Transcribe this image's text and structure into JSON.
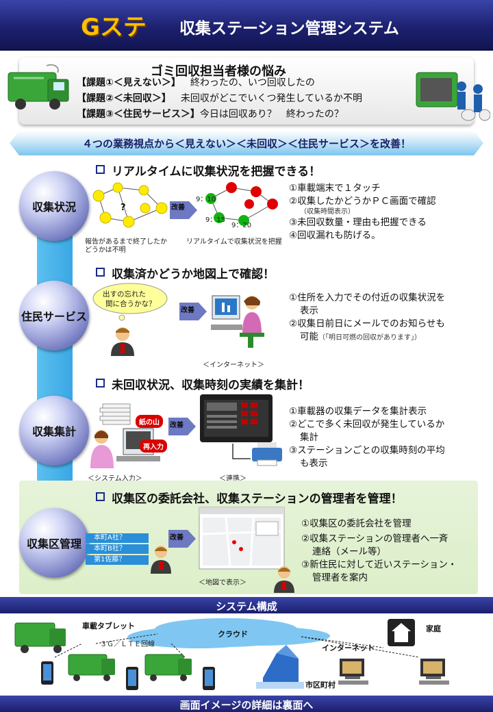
{
  "header": {
    "logo": "Gステ",
    "system_name": "収集ステーション管理システム"
  },
  "worries": {
    "title": "ゴミ回収担当者様の悩み",
    "issues": [
      {
        "tag": "【課題①＜見えない＞】",
        "desc": "終わったの、いつ回収したの"
      },
      {
        "tag": "【課題②＜未回収＞】",
        "desc": "未回収がどこでいくつ発生しているか不明"
      },
      {
        "tag": "【課題③＜住民サービス＞】",
        "desc": "今日は回収あり？　終わったの？"
      }
    ]
  },
  "banner": "４つの業務視点から＜見えない＞＜未回収＞＜住民サービス＞を改善！",
  "improve_label": "改善",
  "sections": [
    {
      "circle": "収集状況",
      "title": "リアルタイムに収集状況を把握できる！",
      "caption_before": [
        "報告があるまで終了したか",
        "どうかは不明"
      ],
      "caption_after": "リアルタイムで収集状況を把握",
      "question_mark": "?",
      "times": [
        "9：10",
        "9：15",
        "9：20"
      ],
      "items": [
        {
          "text": "①車載端末で１タッチ"
        },
        {
          "text": "②収集したかどうかＰＣ画面で確認",
          "sub": "（収集時間表示）"
        },
        {
          "text": "③未回収数量・理由も把握できる"
        },
        {
          "text": "④回収漏れも防げる。"
        }
      ]
    },
    {
      "circle": "住民サービス",
      "title": "収集済かどうか地図上で確認！",
      "bubble": [
        "出すの忘れた",
        "間に合うかな？"
      ],
      "caption": "＜インターネット＞",
      "items": [
        {
          "line1": "①住所を入力でその付近の収集状況を",
          "line2": "表示"
        },
        {
          "line1": "②収集日前日にメールでのお知らせも",
          "line2": "可能",
          "sub": "（「明日可燃の回収があります」）"
        }
      ]
    },
    {
      "circle": "収集集計",
      "title": "未回収状況、収集時刻の実績を集計！",
      "paper_label": "紙の山",
      "reentry_label": "再入力",
      "caption_left": "＜システム入力＞",
      "caption_right": "＜連携＞",
      "items": [
        {
          "line1": "①車載器の収集データを集計表示"
        },
        {
          "line1": "②どこで多く未回収が発生しているか",
          "line2": "集計"
        },
        {
          "line1": "③ステーションごとの収集時刻の平均",
          "line2": "も表示"
        }
      ]
    },
    {
      "circle": "収集区管理",
      "title": "収集区の委託会社、収集ステーションの管理者を管理！",
      "companies": [
        "本町A社？",
        "本町B社？",
        "第1佐藤？"
      ],
      "caption": "＜地図で表示＞",
      "items": [
        {
          "line1": "①収集区の委託会社を管理"
        },
        {
          "line1": "②収集ステーションの管理者へ一斉",
          "line2": "連絡（メール等）"
        },
        {
          "line1": "③新住民に対して近いステーション・",
          "line2": "管理者を案内"
        }
      ]
    }
  ],
  "system": {
    "title": "システム構成",
    "tablet": "車載タブレット",
    "network": "３Ｇ／ＬＴＥ回線",
    "cloud": "クラウド",
    "internet": "インターネット",
    "home": "家庭",
    "municipality": "市区町村"
  },
  "footer": "画面イメージの詳細は裏面へ",
  "colors": {
    "header": "#1d2170",
    "logo": "#ffc000",
    "flow": "#39a7e4",
    "issue_red": "#c00000",
    "panel_green": "#e6f3d9"
  }
}
